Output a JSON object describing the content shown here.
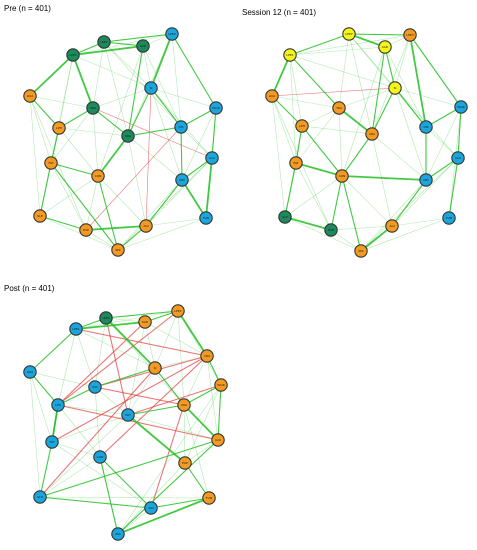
{
  "colors": {
    "orange": "#f39a22",
    "blue": "#1aa6dc",
    "teal": "#1b8a5c",
    "yellow": "#f4f41a",
    "edge_positive": "#22c022",
    "edge_negative": "#e23a3a",
    "node_stroke": "#333333"
  },
  "panels": [
    {
      "id": "pre",
      "title": "Pre (n = 401)",
      "nodes": [
        {
          "id": "n1",
          "label": "SAD",
          "color": "teal"
        },
        {
          "id": "n2",
          "label": "LPE1",
          "color": "teal"
        },
        {
          "id": "n3",
          "label": "LPE2",
          "color": "teal"
        },
        {
          "id": "n4",
          "label": "LPE3",
          "color": "blue"
        },
        {
          "id": "n5",
          "label": "LIKA",
          "color": "orange"
        },
        {
          "id": "n6",
          "label": "TRA",
          "color": "teal"
        },
        {
          "id": "n7",
          "label": "SI",
          "color": "blue"
        },
        {
          "id": "n8",
          "label": "DIS",
          "color": "blue"
        },
        {
          "id": "n9",
          "label": "WOR",
          "color": "blue"
        },
        {
          "id": "n10",
          "label": "CRA",
          "color": "teal"
        },
        {
          "id": "n11",
          "label": "LPH",
          "color": "orange"
        },
        {
          "id": "n12",
          "label": "FAT",
          "color": "orange"
        },
        {
          "id": "n13",
          "label": "CON",
          "color": "orange"
        },
        {
          "id": "n14",
          "label": "CRY",
          "color": "blue"
        },
        {
          "id": "n15",
          "label": "GUI",
          "color": "blue"
        },
        {
          "id": "n16",
          "label": "SLE",
          "color": "orange"
        },
        {
          "id": "n17",
          "label": "EXP",
          "color": "orange"
        },
        {
          "id": "n18",
          "label": "AGI",
          "color": "orange"
        },
        {
          "id": "n19",
          "label": "FUN",
          "color": "blue"
        },
        {
          "id": "n20",
          "label": "IRR",
          "color": "orange"
        }
      ]
    },
    {
      "id": "session12",
      "title": "Session 12 (n = 401)",
      "nodes": [
        {
          "id": "n1",
          "label": "SAD",
          "color": "yellow"
        },
        {
          "id": "n2",
          "label": "LPE1",
          "color": "yellow"
        },
        {
          "id": "n3",
          "label": "LPE2",
          "color": "yellow"
        },
        {
          "id": "n4",
          "label": "LPE3",
          "color": "orange"
        },
        {
          "id": "n5",
          "label": "LIKA",
          "color": "orange"
        },
        {
          "id": "n6",
          "label": "TRA",
          "color": "orange"
        },
        {
          "id": "n7",
          "label": "SI",
          "color": "yellow"
        },
        {
          "id": "n8",
          "label": "DIS",
          "color": "blue"
        },
        {
          "id": "n9",
          "label": "WOR",
          "color": "blue"
        },
        {
          "id": "n10",
          "label": "CRA",
          "color": "orange"
        },
        {
          "id": "n11",
          "label": "LPH",
          "color": "orange"
        },
        {
          "id": "n12",
          "label": "FAT",
          "color": "orange"
        },
        {
          "id": "n13",
          "label": "CON",
          "color": "orange"
        },
        {
          "id": "n14",
          "label": "CRY",
          "color": "blue"
        },
        {
          "id": "n15",
          "label": "GUI",
          "color": "blue"
        },
        {
          "id": "n16",
          "label": "SLE",
          "color": "teal"
        },
        {
          "id": "n17",
          "label": "EXP",
          "color": "teal"
        },
        {
          "id": "n18",
          "label": "AGI",
          "color": "orange"
        },
        {
          "id": "n19",
          "label": "FUN",
          "color": "blue"
        },
        {
          "id": "n20",
          "label": "IRR",
          "color": "orange"
        }
      ]
    },
    {
      "id": "post",
      "title": "Post (n = 401)",
      "nodes": [
        {
          "id": "n1",
          "label": "LPE1",
          "color": "blue"
        },
        {
          "id": "n2",
          "label": "SAD",
          "color": "orange"
        },
        {
          "id": "n3",
          "label": "LPE2",
          "color": "orange"
        },
        {
          "id": "n4",
          "label": "LPE3",
          "color": "teal"
        },
        {
          "id": "n5",
          "label": "LIKA",
          "color": "blue"
        },
        {
          "id": "n6",
          "label": "SI",
          "color": "orange"
        },
        {
          "id": "n7",
          "label": "TRA",
          "color": "orange"
        },
        {
          "id": "n8",
          "label": "DIS",
          "color": "blue"
        },
        {
          "id": "n9",
          "label": "WOR",
          "color": "orange"
        },
        {
          "id": "n10",
          "label": "LPH",
          "color": "blue"
        },
        {
          "id": "n11",
          "label": "CRY",
          "color": "blue"
        },
        {
          "id": "n12",
          "label": "CRA",
          "color": "orange"
        },
        {
          "id": "n13",
          "label": "FAT",
          "color": "blue"
        },
        {
          "id": "n14",
          "label": "GUI",
          "color": "orange"
        },
        {
          "id": "n15",
          "label": "CON",
          "color": "blue"
        },
        {
          "id": "n16",
          "label": "EXP",
          "color": "orange"
        },
        {
          "id": "n17",
          "label": "SLE",
          "color": "blue"
        },
        {
          "id": "n18",
          "label": "AGI",
          "color": "blue"
        },
        {
          "id": "n19",
          "label": "FUN",
          "color": "orange"
        },
        {
          "id": "n20",
          "label": "IRR",
          "color": "blue"
        }
      ]
    }
  ]
}
